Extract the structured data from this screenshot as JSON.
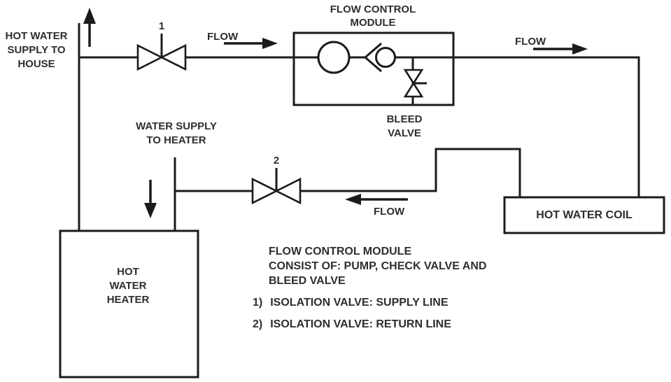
{
  "colors": {
    "line": "#1b1b1b",
    "text": "#2e2e2e",
    "background": "#ffffff"
  },
  "labels": {
    "supply_to_house": "HOT WATER\nSUPPLY TO\nHOUSE",
    "module_title": "FLOW CONTROL\nMODULE",
    "flow_supply": "FLOW",
    "flow_outlet": "FLOW",
    "flow_return": "FLOW",
    "bleed_valve": "BLEED\nVALVE",
    "water_supply_to_heater": "WATER SUPPLY\nTO HEATER",
    "hot_water_coil": "HOT WATER COIL",
    "hot_water_heater": "HOT\nWATER\nHEATER",
    "valve_1": "1",
    "valve_2": "2"
  },
  "notes": {
    "module": "FLOW CONTROL MODULE\nCONSIST OF: PUMP, CHECK VALVE AND\nBLEED VALVE",
    "items": [
      {
        "num": "1)",
        "text": "ISOLATION VALVE: SUPPLY LINE"
      },
      {
        "num": "2)",
        "text": "ISOLATION VALVE: RETURN LINE"
      }
    ]
  }
}
